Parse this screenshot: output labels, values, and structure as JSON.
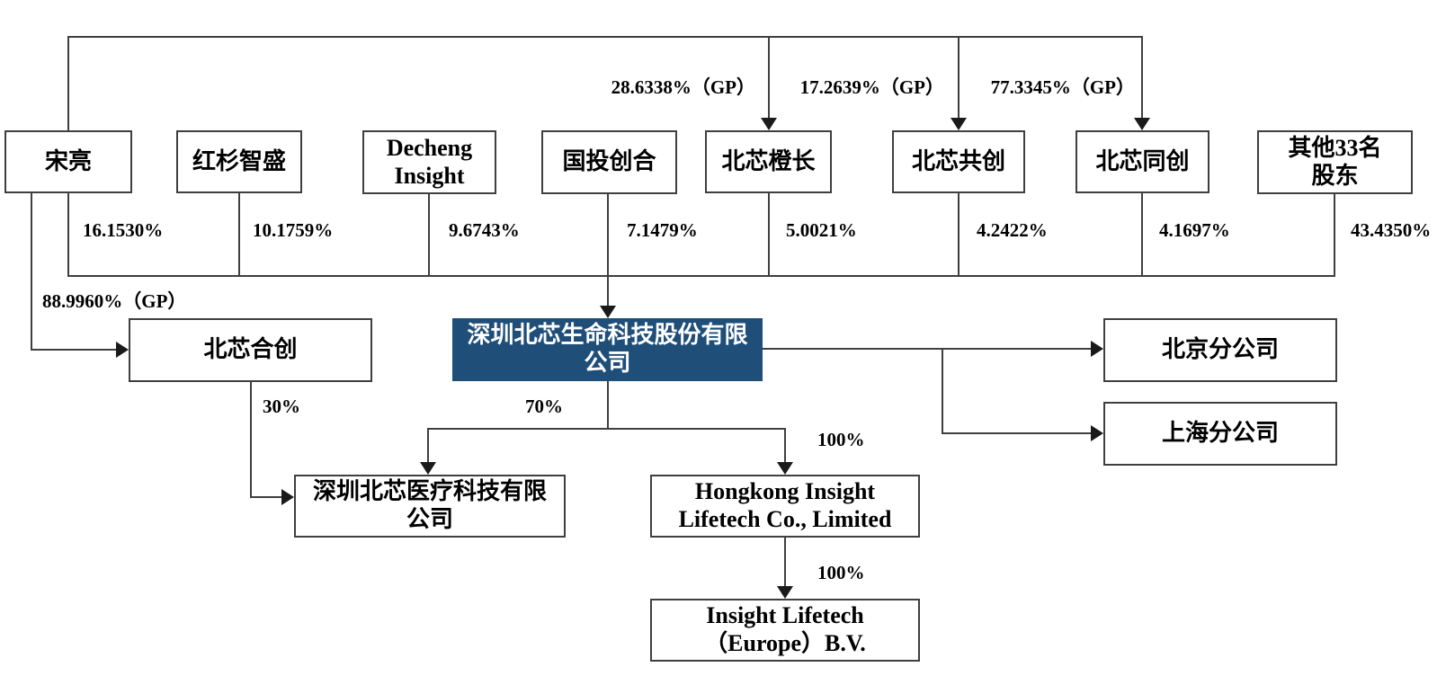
{
  "diagram": {
    "type": "equity-ownership-structure",
    "colors": {
      "background": "#ffffff",
      "line": "#3f3f3f",
      "box_border": "#3f3f3f",
      "text": "#000000",
      "primary_box_fill": "#1f4e79",
      "primary_box_text": "#ffffff"
    },
    "nodes": {
      "song_liang": {
        "lines": [
          "宋亮"
        ]
      },
      "hongshan_zhisheng": {
        "lines": [
          "红杉智盛"
        ]
      },
      "decheng_insight": {
        "lines": [
          "Decheng",
          "Insight"
        ]
      },
      "guotou_chuanghe": {
        "lines": [
          "国投创合"
        ]
      },
      "beixin_chengzhang": {
        "lines": [
          "北芯橙长"
        ]
      },
      "beixin_gongchuang": {
        "lines": [
          "北芯共创"
        ]
      },
      "beixin_tongchuang": {
        "lines": [
          "北芯同创"
        ]
      },
      "other_shareholders": {
        "lines": [
          "其他33名",
          "股东"
        ]
      },
      "beixin_hechuang": {
        "lines": [
          "北芯合创"
        ]
      },
      "parent_company": {
        "lines": [
          "深圳北芯生命科技股份有限",
          "公司"
        ]
      },
      "yiliao_company": {
        "lines": [
          "深圳北芯医疗科技有限",
          "公司"
        ]
      },
      "hongkong_insight": {
        "lines": [
          "Hongkong Insight",
          "Lifetech Co., Limited"
        ]
      },
      "insight_europe": {
        "lines": [
          "Insight Lifetech",
          "（Europe）B.V."
        ]
      },
      "beijing_branch": {
        "lines": [
          "北京分公司"
        ]
      },
      "shanghai_branch": {
        "lines": [
          "上海分公司"
        ]
      }
    },
    "edge_labels": {
      "gp_chengzhang": "28.6338%（GP）",
      "gp_gongchuang": "17.2639%（GP）",
      "gp_tongchuang": "77.3345%（GP）",
      "gp_hechuang": "88.9960%（GP）",
      "pct_song_liang": "16.1530%",
      "pct_hongshan": "10.1759%",
      "pct_decheng": "9.6743%",
      "pct_guotou": "7.1479%",
      "pct_chengzhang": "5.0021%",
      "pct_gongchuang": "4.2422%",
      "pct_tongchuang": "4.1697%",
      "pct_other": "43.4350%",
      "pct_hechuang_to_yiliao": "30%",
      "pct_parent_to_yiliao": "70%",
      "pct_parent_to_hongkong": "100%",
      "pct_hongkong_to_europe": "100%"
    }
  }
}
